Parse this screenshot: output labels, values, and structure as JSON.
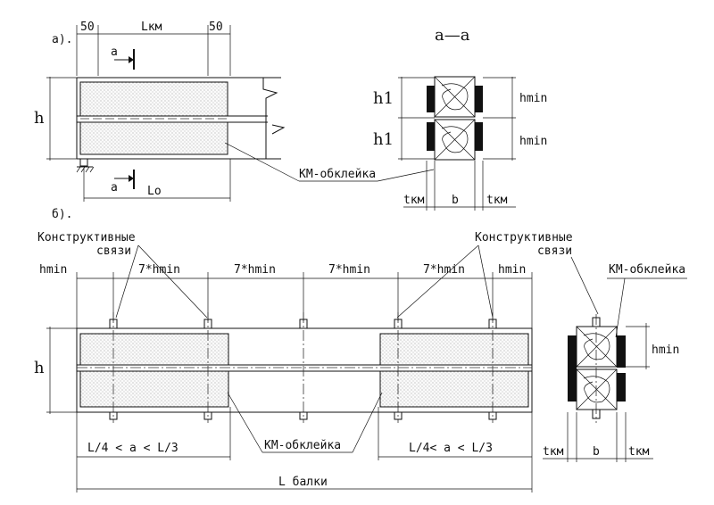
{
  "panel_a": {
    "label": "а).",
    "dim_left_gap": "50",
    "dim_lkm": "Lкм",
    "dim_right_gap": "50",
    "section_mark_top": "a",
    "section_mark_bottom": "a",
    "dim_h": "h",
    "dim_lo": "Lo",
    "km_label": "КМ-обклейка"
  },
  "section_aa": {
    "title": "a—a",
    "h1_top": "h1",
    "h1_bottom": "h1",
    "hmin_top": "hmin",
    "hmin_bottom": "hmin",
    "tkm_left": "tкм",
    "b": "b",
    "tkm_right": "tкм"
  },
  "panel_b": {
    "label": "б).",
    "ties_left": [
      "Конструктивные",
      "связи"
    ],
    "ties_right": [
      "Конструктивные",
      "связи"
    ],
    "dims_top": [
      "hmin",
      "7*hmin",
      "7*hmin",
      "7*hmin",
      "7*hmin",
      "hmin"
    ],
    "dim_h": "h",
    "range_left": "L/4 < a < L/3",
    "range_right": "L/4< a < L/3",
    "km_label": "КМ-обклейка",
    "beam_length": "L балки"
  },
  "section_b": {
    "km_label": "КМ-обклейка",
    "hmin": "hmin",
    "tkm_left": "tкм",
    "b": "b",
    "tkm_right": "tкм"
  }
}
